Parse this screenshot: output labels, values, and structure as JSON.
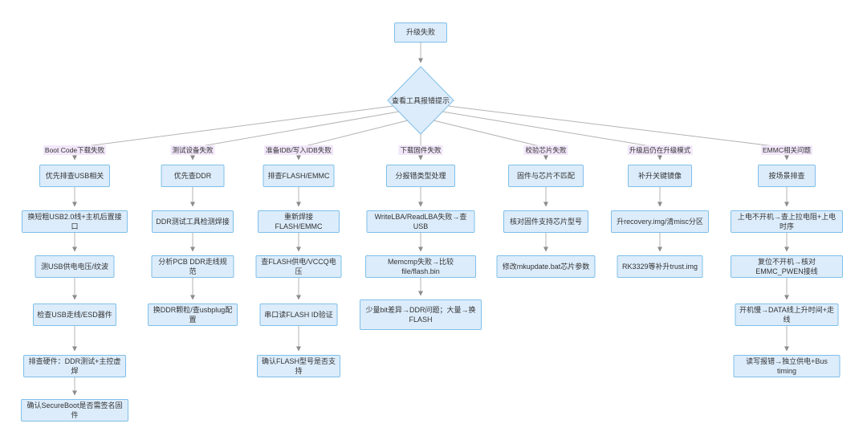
{
  "root": {
    "label": "升级失败"
  },
  "decision": {
    "label": "查看工具报错提示"
  },
  "columns": [
    {
      "branch_label": "Boot Code下载失败",
      "boxes": [
        "优先排查USB相关",
        "换短粗USB2.0线+主机后置接口",
        "测USB供电电压/纹波",
        "检查USB走线/ESD器件",
        "排查硬件：DDR测试+主控虚焊",
        "确认SecureBoot是否需签名固件"
      ]
    },
    {
      "branch_label": "测试设备失败",
      "boxes": [
        "优先查DDR",
        "DDR测试工具检测焊接",
        "分析PCB DDR走线规范",
        "换DDR颗粒/查usbplug配置"
      ]
    },
    {
      "branch_label": "准备IDB/写入IDB失败",
      "boxes": [
        "排查FLASH/EMMC",
        "重新焊接FLASH/EMMC",
        "查FLASH供电/VCCQ电压",
        "串口读FLASH ID验证",
        "确认FLASH型号是否支持"
      ]
    },
    {
      "branch_label": "下载固件失败",
      "boxes": [
        "分报错类型处理",
        "WriteLBA/ReadLBA失败→查USB",
        "Memcmp失败→比较file/flash.bin",
        "少量bit差异→DDR问题；大量→换FLASH"
      ]
    },
    {
      "branch_label": "校验芯片失败",
      "boxes": [
        "固件与芯片不匹配",
        "核对固件支持芯片型号",
        "修改mkupdate.bat芯片参数"
      ]
    },
    {
      "branch_label": "升级后仍在升级模式",
      "boxes": [
        "补升关键镜像",
        "升recovery.img/清misc分区",
        "RK3329等补升trust.img"
      ]
    },
    {
      "branch_label": "EMMC相关问题",
      "boxes": [
        "按场景排查",
        "上电不开机→查上拉电阻+上电时序",
        "复位不开机→核对EMMC_PWEN接线",
        "开机慢→DATA线上升时间+走线",
        "读写报错→独立供电+Bus timing"
      ]
    }
  ],
  "colors": {
    "node_fill": "#dcecfb",
    "node_border": "#7fbfe8",
    "edge_label_bg": "#f2e7fa",
    "line": "#b3b3b3",
    "arrowhead": "#8c8c8c",
    "text": "#333333",
    "canvas_bg": "#ffffff"
  }
}
